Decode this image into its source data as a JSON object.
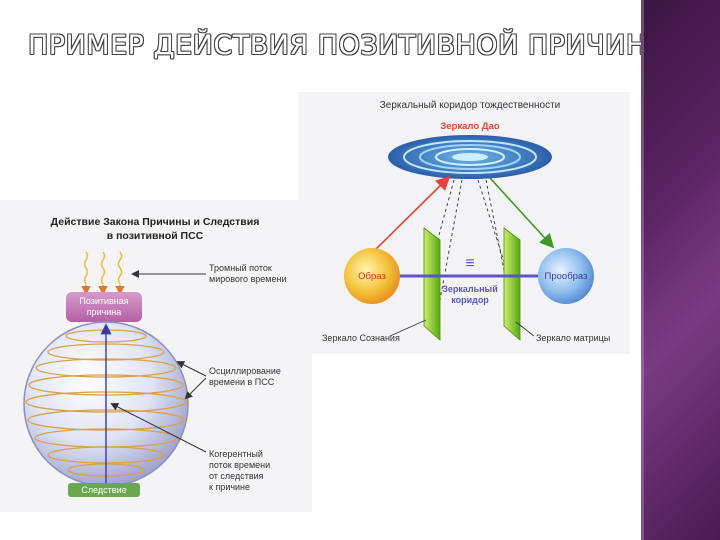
{
  "slide": {
    "title": "ПРИМЕР ДЕЙСТВИЯ ПОЗИТИВНОЙ ПРИЧИНЫ"
  },
  "left_diagram": {
    "title_line1": "Действие Закона Причины и Следствия",
    "title_line2": "в позитивной ПСС",
    "cause_label_1": "Позитивная",
    "cause_label_2": "причина",
    "effect_label": "Следствие",
    "flow_label_1": "Тромный поток",
    "flow_label_2": "мирового времени",
    "osc_label_1": "Осциллирование",
    "osc_label_2": "времени в ПСС",
    "coh_label_1": "Когерентный",
    "coh_label_2": "поток времени",
    "coh_label_3": "от следствия",
    "coh_label_4": "к причине"
  },
  "right_diagram": {
    "title": "Зеркальный коридор тождественности",
    "dao_label": "Зеркало Дао",
    "image_label": "Образ",
    "prototype_label": "Прообраз",
    "equiv_symbol": "≡",
    "corridor_label_1": "Зеркальный",
    "corridor_label_2": "коридор",
    "mirror_consciousness": "Зеркало Сознания",
    "mirror_matrix": "Зеркало матрицы"
  },
  "colors": {
    "sphere_rim": "#8e8ec2",
    "orbit": "#d8a04a",
    "cause_box": "#c478b4",
    "effect_box": "#6aa84f",
    "dao_red": "#e8403a",
    "image_ball": "#f2c23a",
    "prototype_ball": "#7fb2e8",
    "mirror_green": "#8cd12a",
    "label_blue": "#5b56c8",
    "deco_purple": "#5a2362"
  }
}
